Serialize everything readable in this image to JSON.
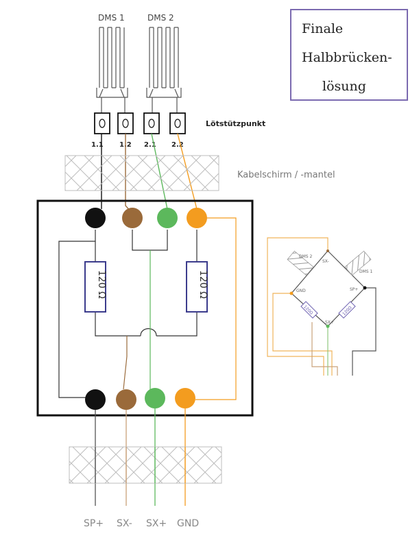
{
  "title": {
    "lines": [
      "Finale",
      "Halbbrücken-",
      "lösung"
    ]
  },
  "gauges": {
    "dms1": "DMS 1",
    "dms2": "DMS 2"
  },
  "solder_point_label": "Lötstützpunkt",
  "pin_labels": [
    "1.1",
    "1.2",
    "2.1",
    "2.2"
  ],
  "shield_label": "Kabelschirm / -mantel",
  "resistors": {
    "left": "120 Ω",
    "right": "120 Ω"
  },
  "outputs": [
    "SP+",
    "SX-",
    "SX+",
    "GND"
  ],
  "bridge_inset": {
    "dms1": "DMS 1",
    "dms2": "DMS 2",
    "top": "SX-",
    "left": "GND",
    "right": "SP+",
    "bottom": "SX+",
    "r_left": "120Ω",
    "r_right": "120Ω"
  },
  "colors": {
    "black": "#111111",
    "brown": "#9a6a3a",
    "green": "#5cb85c",
    "orange": "#f39c1f",
    "title_border": "#7b6ab0",
    "resistor_border": "#3b3b8c"
  }
}
